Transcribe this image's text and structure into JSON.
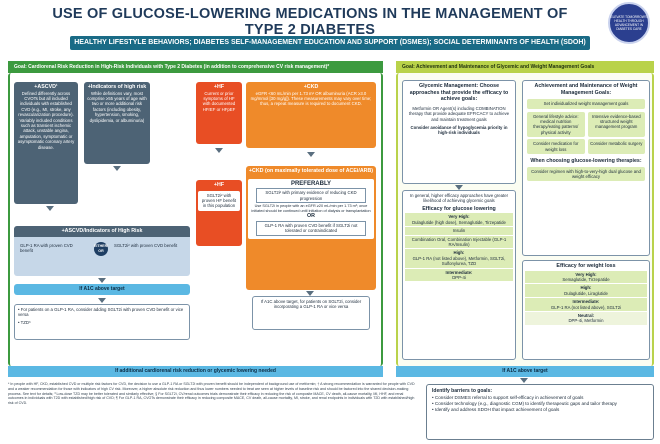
{
  "title": "USE OF GLUCOSE-LOWERING MEDICATIONS IN THE MANAGEMENT OF TYPE 2 DIABETES",
  "logo_text": "ELEVATE TOMORROW'S HEALTH THROUGH ADVANCEMENT IN DIABETES CARE",
  "banner": "HEALTHY LIFESTYLE BEHAVIORS; DIABETES SELF-MANAGEMENT EDUCATION AND SUPPORT (DSMES); SOCIAL DETERMINANTS OF HEALTH (SDOH)",
  "goal_left": "Goal: Cardiorenal Risk Reduction in High-Risk Individuals with Type 2 Diabetes (in addition to comprehensive CV risk management)*",
  "goal_right": "Goal: Achievement and Maintenance of Glycemic and Weight Management Goals",
  "ascvd": {
    "head": "+ASCVD¹",
    "body": "Defined differently across CVOTs but all included individuals with established CVD (e.g., MI, stroke, any revascularization procedure). Variably included conditions such as transient ischemic attack, unstable angina, amputation, symptomatic or asymptomatic coronary artery disease."
  },
  "high_risk": {
    "head": "+Indicators of high risk",
    "body": "While definitions vary, most comprise ≥55 years of age with two or more additional risk factors (including obesity, hypertension, smoking, dyslipidemia, or albuminuria)"
  },
  "hf": {
    "head": "+HF",
    "body": "Current or prior symptoms of HF with documented HFrEF or HFpEF"
  },
  "ckd": {
    "head": "+CKD",
    "body": "eGFR <60 mL/min per 1.73 m² OR albuminuria (ACR ≥3.0 mg/mmol [30 mg/g]). These measurements may vary over time; thus, a repeat measure is required to document CKD."
  },
  "hf2": {
    "head": "+HF",
    "body": "SGLT2i² with proven HF benefit in this population"
  },
  "ckd2": {
    "head": "+CKD (on maximally tolerated dose of ACEi/ARB)",
    "preferably": "PREFERABLY",
    "a": "SGLT2i² with primary evidence of reducing CKD progression",
    "b": "Use SGLT2i in people with an eGFR ≥20 mL/min per 1.73 m²; once initiated should be continued until initiation of dialysis or transplantation",
    "or": "OR",
    "c": "GLP-1 RA with proven CVD benefit if SGLT2i not tolerated or contraindicated"
  },
  "ascvd_hr": {
    "head": "+ASCVD/Indicators of High Risk",
    "glp": "GLP-1 RA with proven CVD benefit",
    "either": "EITHER/ OR",
    "sglt": "SGLT2i² with proven CVD benefit"
  },
  "a1c_left": "If A1C above target",
  "combine": {
    "a": "For patients on a GLP-1 RA, consider adding SGLT2i with proven CVD benefit or vice versa",
    "b": "TZD³"
  },
  "ckd_a1c": "If A1C above target, for patients on SGLT2i, consider incorporating a GLP-1 RA or vice versa",
  "bottom_left": "If additional cardiorenal risk reduction or glycemic lowering needed",
  "glycemic": {
    "head": "Glycemic Management: Choose approaches that provide the efficacy to achieve goals:",
    "a": "Metformin OR Agent(s) including COMBINATION therapy that provide adequate EFFICACY to achieve and maintain treatment goals",
    "b": "Consider avoidance of hypoglycemia priority in high-risk individuals"
  },
  "efficacy": {
    "intro": "In general, higher efficacy approaches have greater likelihood of achieving glycemic goals",
    "head": "Efficacy for glucose lowering",
    "vh_label": "Very High:",
    "vh": "Dulaglutide (high dose), Semaglutide, Tirzepatide",
    "insulin": "Insulin",
    "combo": "Combination Oral, Combination Injectable (GLP-1 RA/Insulin)",
    "h_label": "High:",
    "h": "GLP-1 RA (not listed above), Metformin, SGLT2i, Sulfonylurea, TZD",
    "i_label": "Intermediate:",
    "i": "DPP-4i"
  },
  "weight_mgmt": {
    "head": "Achievement and Maintenance of Weight Management Goals:",
    "set": "Set individualized weight management goals",
    "gen": "General lifestyle advice: medical nutrition therapy/eating patterns/ physical activity",
    "intensive": "Intensive evidence-based structured weight management program",
    "med": "Consider medication for weight loss",
    "surg": "Consider metabolic surgery",
    "choose": "When choosing glucose-lowering therapies:",
    "regimen": "Consider regimen with high-to-very-high dual glucose and weight efficacy"
  },
  "wt_efficacy": {
    "head": "Efficacy for weight loss",
    "vh_label": "Very High:",
    "vh": "Semaglutide, Tirzepatide",
    "h_label": "High:",
    "h": "Dulaglutide, Liraglutide",
    "i_label": "Intermediate:",
    "i": "GLP-1 RA (not listed above), SGLT2i",
    "n_label": "Neutral:",
    "n": "DPP-4i, Metformin"
  },
  "bottom_right": "If A1C above target",
  "barriers": {
    "head": "Identify barriers to goals:",
    "items": [
      "Consider DSMES referral to support self-efficacy in achievement of goals",
      "Consider technology (e.g., diagnostic CGM) to identify therapeutic gaps and tailor therapy",
      "Identify and address SDOH that impact achievement of goals"
    ]
  },
  "footnote": "* In people with HF, CKD, established CVD or multiple risk factors for CVD, the decision to use a GLP-1 RA or SGLT2i with proven benefit should be independent of background use of metformin; † A strong recommendation is warranted for people with CVD and a weaker recommendation for those with indicators of high CV risk. Moreover, a higher absolute risk reduction and thus lower numbers needed to treat are seen at higher levels of baseline risk and should be factored into the shared decision-making process. See text for details; ³ Low-dose TZD may be better tolerated and similarly effective; § For SGLT2i, CV/renal outcomes trials demonstrate their efficacy in reducing the risk of composite MACE, CV death, all-cause mortality, MI, HHF, and renal outcomes in individuals with T2D with established/high risk of CVD; ¶ For GLP-1 RA, CVOTs demonstrate their efficacy in reducing composite MACE, CV death, all-cause mortality, MI, stroke, and renal endpoints in individuals with T2D with established/high risk of CVD."
}
